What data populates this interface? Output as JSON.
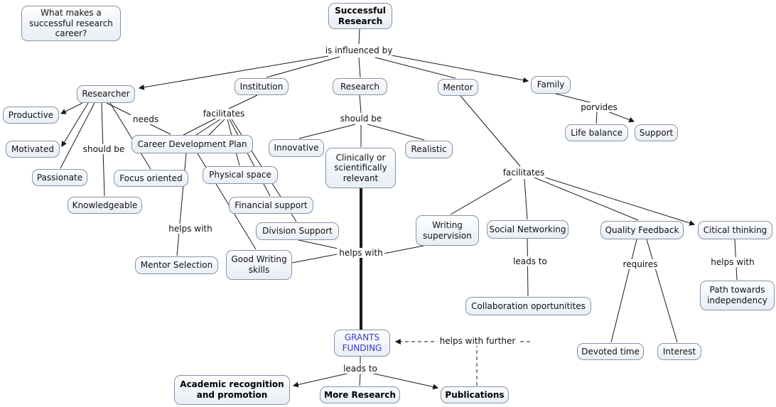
{
  "question": "What makes a successful research career?",
  "nodes": {
    "successful_research": "Successful Research",
    "researcher": "Researcher",
    "institution": "Institution",
    "research": "Research",
    "mentor": "Mentor",
    "family": "Family",
    "productive": "Productive",
    "motivated": "Motivated",
    "passionate": "Passionate",
    "knowledgeable": "Knowledgeable",
    "focus_oriented": "Focus oriented",
    "career_development_plan": "Career Development Plan",
    "physical_space": "Physical space",
    "financial_support": "Financial support",
    "division_support": "Division Support",
    "innovative": "Innovative",
    "clinically_relevant": "Clinically or scientifically relevant",
    "realistic": "Realistic",
    "life_balance": "Life balance",
    "support": "Support",
    "writing_supervision": "Writing supervision",
    "social_networking": "Social Networking",
    "quality_feedback": "Quality Feedback",
    "critical_thinking": "Citical thinking",
    "mentor_selection": "Mentor Selection",
    "good_writing_skills": "Good Writing skills",
    "collaboration_opportunities": "Collaboration oportunitites",
    "path_independency": "Path towards independency",
    "devoted_time": "Devoted time",
    "interest": "Interest",
    "grants_funding": "GRANTS FUNDING",
    "academic_recognition": "Academic recognition and promotion",
    "more_research": "More Research",
    "publications": "Publications"
  },
  "edge_labels": {
    "is_influenced_by": "is influenced by",
    "needs": "needs",
    "facilitates_institution": "facilitates",
    "should_be_research": "should be",
    "provides": "porvides",
    "should_be_researcher": "should be",
    "facilitates_mentor": "facilitates",
    "helps_with_cdp": "helps with",
    "helps_with_center": "helps with",
    "leads_to_networking": "leads to",
    "requires": "requires",
    "helps_with_critical": "helps with",
    "helps_with_further": "helps with further",
    "leads_to_grants": "leads to"
  },
  "colors": {
    "line": "#1a1a1a",
    "node_border": "#8494a4",
    "grants_text": "#3a3ac8"
  }
}
